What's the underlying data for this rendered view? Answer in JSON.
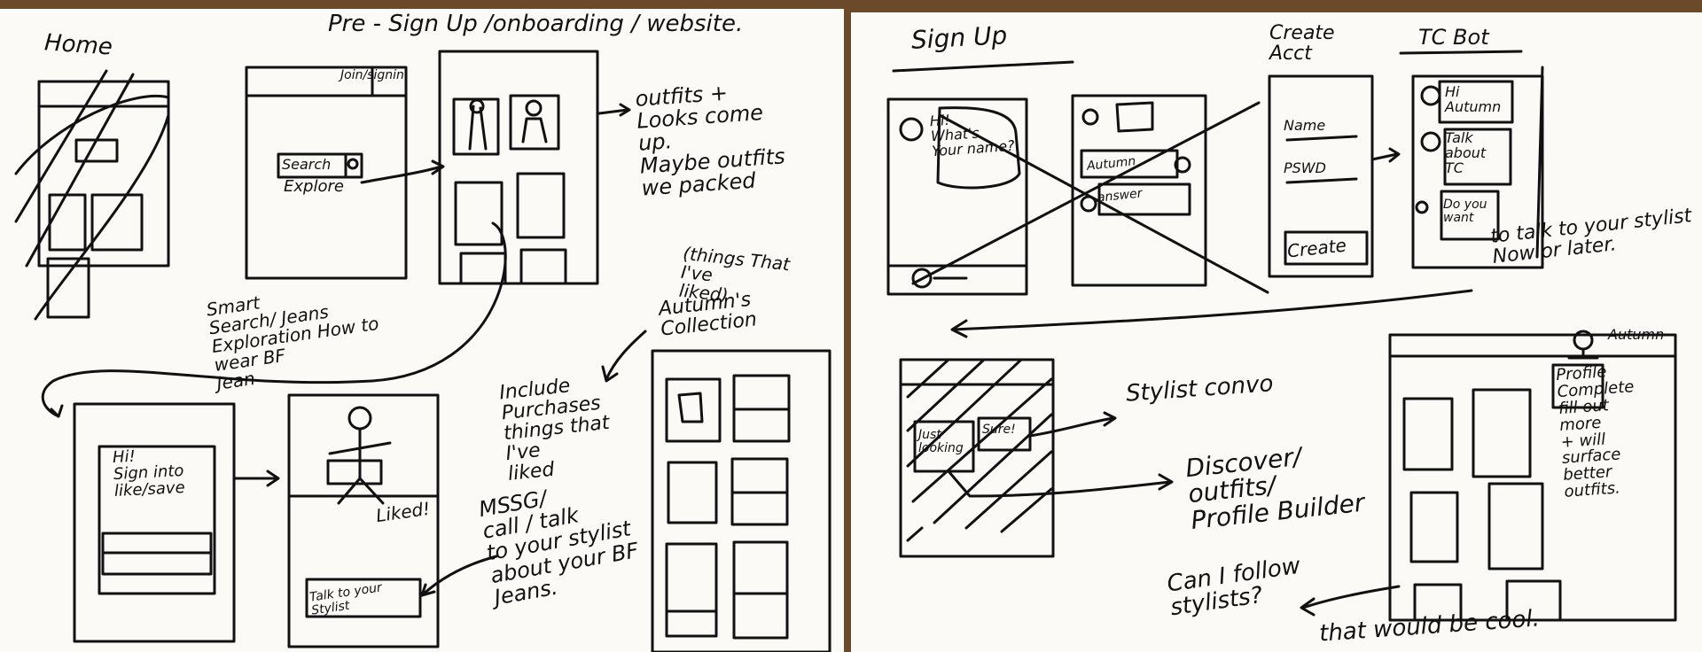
{
  "left_sheet": {
    "title": "Pre - Sign Up /onboarding / website.",
    "home_label": "Home",
    "join_signin_label": "Join/signin",
    "search_label": "Search",
    "search_icon": "magnifier",
    "explore_label": "Explore",
    "outfits_note": "outfits +\nLooks come\nup.\nMaybe outfits\nwe packed",
    "smart_search_note": "Smart\nSearch/ Jeans\nExploration How to\nwear BF\nJean",
    "hi_signin_label": "Hi!\nSign into\nlike/save",
    "liked_label": "Liked!",
    "talk_stylist_label": "Talk to your\nStylist",
    "things_liked_note": "(things That\nI've\nliked)",
    "autumns_collection_label": "Autumn's\nCollection",
    "include_note": "Include\nPurchases\nthings that\nI've\nliked",
    "mssg_note": "MSSG/\ncall / talk\nto your stylist\nabout your BF\nJeans."
  },
  "right_sheet": {
    "sign_up_label": "Sign Up",
    "create_acct_label": "Create\nAcct",
    "tc_bot_label": "TC Bot",
    "chat_greeting": "Hi!\nWhat's\nYour name?",
    "chat_name_reply": "Autumn",
    "chat_answer_label": "answer",
    "name_field_label": "Name",
    "pswd_field_label": "PSWD",
    "create_button_label": "Create",
    "bot_hi": "Hi\nAutumn",
    "bot_talk_about": "Talk\nabout\nTC",
    "bot_do_you_want": "Do you\nwant",
    "stylist_note": "to talk to your stylist\nNow or later.",
    "just_looking_label": "Just\nlooking",
    "sure_label": "Sure!",
    "stylist_convo_note": "Stylist convo",
    "discover_note": "Discover/\noutfits/\nProfile Builder",
    "follow_note": "Can I follow\nstylists?",
    "cool_note": "that would be cool.",
    "autumn_header": "Autumn",
    "profile_note": "Profile\nComplete\nfill out\nmore\n+ will\nsurface\nbetter\noutfits."
  },
  "colors": {
    "ink": "#111111",
    "paper": "#fbfaf6",
    "table": "#6b4a2c"
  }
}
